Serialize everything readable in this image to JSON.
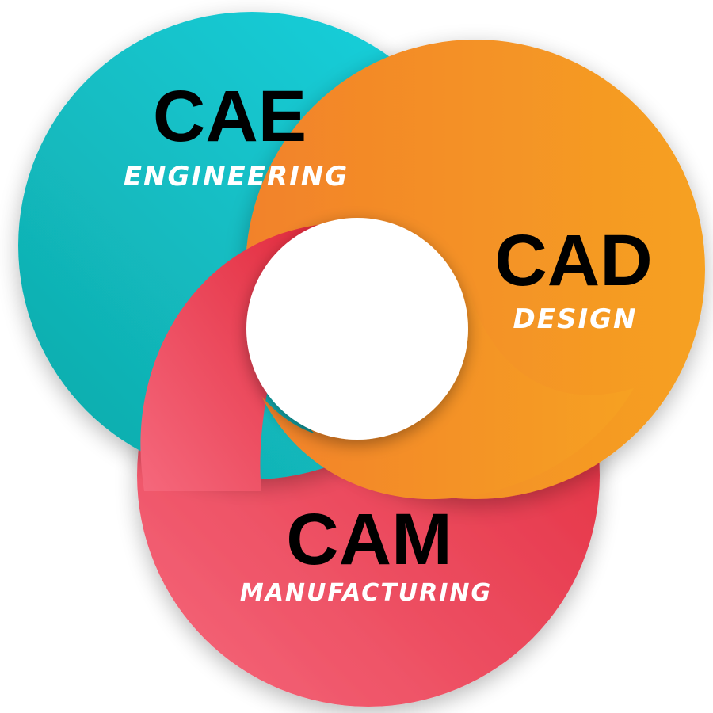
{
  "segments": [
    {
      "id": "cae",
      "title": "CAE",
      "subtitle": "ENGINEERING",
      "color_start": "#0fa9a8",
      "color_end": "#17d3e0"
    },
    {
      "id": "cad",
      "title": "CAD",
      "subtitle": "DESIGN",
      "color_start": "#f2822a",
      "color_end": "#f6a122"
    },
    {
      "id": "cam",
      "title": "CAM",
      "subtitle": "MANUFACTURING",
      "color_start": "#f5687c",
      "color_end": "#e1283a"
    }
  ],
  "center_color": "#ffffff"
}
